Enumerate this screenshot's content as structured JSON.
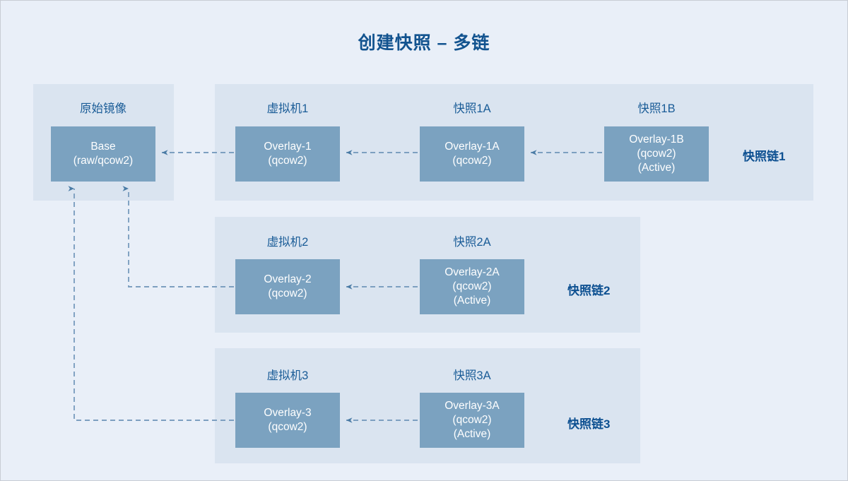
{
  "title": "创建快照 – 多链",
  "colors": {
    "background": "#e9eff8",
    "panel": "#dae4f0",
    "node": "#7ba2c0",
    "node_text": "#ffffff",
    "caption": "#1a5c97",
    "chain_tag": "#0d5091",
    "connector": "#7d9fc0",
    "arrow": "#4a7ba5",
    "title": "#12538f"
  },
  "base_group": {
    "caption": "原始镜像",
    "node": {
      "line1": "Base",
      "line2": "(raw/qcow2)"
    }
  },
  "chains": [
    {
      "tag": "快照链1",
      "nodes": [
        {
          "caption": "虚拟机1",
          "line1": "Overlay-1",
          "line2": "(qcow2)",
          "line3": ""
        },
        {
          "caption": "快照1A",
          "line1": "Overlay-1A",
          "line2": "(qcow2)",
          "line3": ""
        },
        {
          "caption": "快照1B",
          "line1": "Overlay-1B",
          "line2": "(qcow2)",
          "line3": "(Active)"
        }
      ]
    },
    {
      "tag": "快照链2",
      "nodes": [
        {
          "caption": "虚拟机2",
          "line1": "Overlay-2",
          "line2": "(qcow2)",
          "line3": ""
        },
        {
          "caption": "快照2A",
          "line1": "Overlay-2A",
          "line2": "(qcow2)",
          "line3": "(Active)"
        }
      ]
    },
    {
      "tag": "快照链3",
      "nodes": [
        {
          "caption": "虚拟机3",
          "line1": "Overlay-3",
          "line2": "(qcow2)",
          "line3": ""
        },
        {
          "caption": "快照3A",
          "line1": "Overlay-3A",
          "line2": "(qcow2)",
          "line3": "(Active)"
        }
      ]
    }
  ]
}
